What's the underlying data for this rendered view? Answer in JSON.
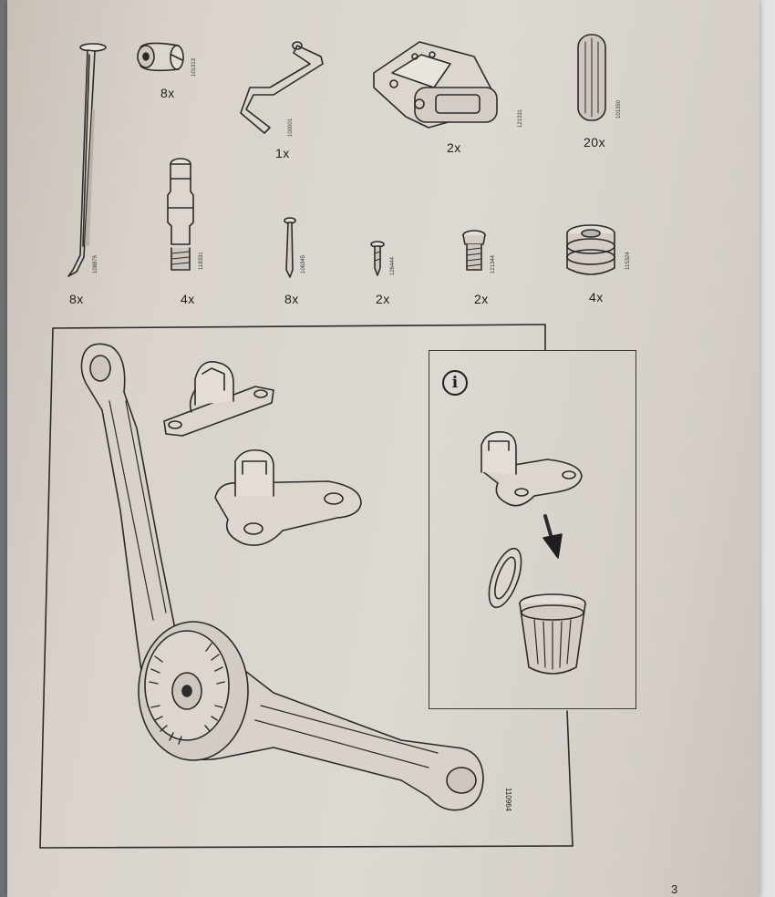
{
  "parts": [
    {
      "name": "long-screw",
      "qty": "8x",
      "part_no": "108875"
    },
    {
      "name": "cam-nut",
      "qty": "8x",
      "part_no": "101313"
    },
    {
      "name": "hex-key",
      "qty": "1x",
      "part_no": "100001"
    },
    {
      "name": "hinge-bracket",
      "qty": "2x",
      "part_no": "121331"
    },
    {
      "name": "wooden-dowel",
      "qty": "20x",
      "part_no": "101350"
    },
    {
      "name": "cam-bolt",
      "qty": "4x",
      "part_no": "118331"
    },
    {
      "name": "nail",
      "qty": "8x",
      "part_no": "106345"
    },
    {
      "name": "small-screw",
      "qty": "2x",
      "part_no": "126444"
    },
    {
      "name": "machine-screw",
      "qty": "2x",
      "part_no": "121344"
    },
    {
      "name": "cam-lock",
      "qty": "4x",
      "part_no": "115324"
    }
  ],
  "main_part_no": "110964",
  "page_number": "3",
  "info_symbol": "i"
}
